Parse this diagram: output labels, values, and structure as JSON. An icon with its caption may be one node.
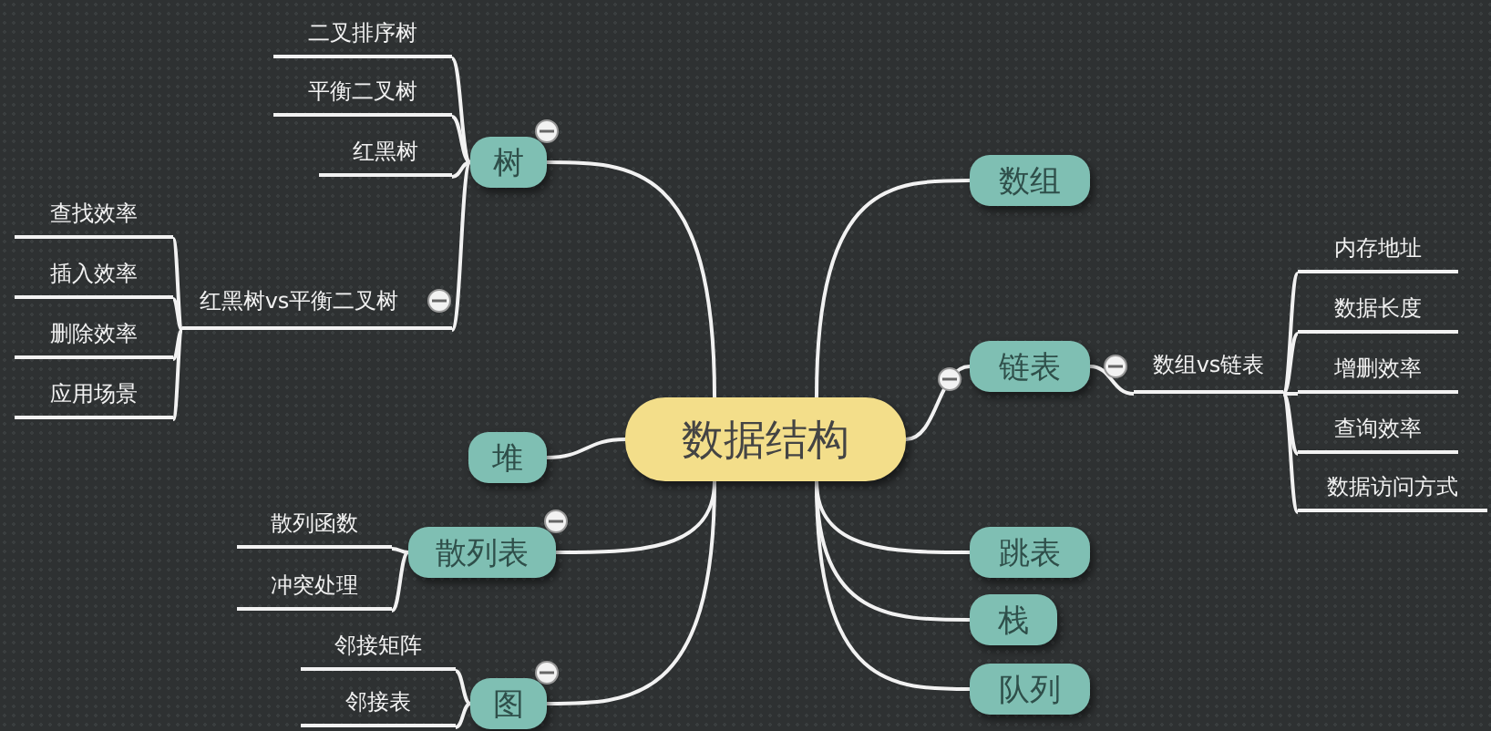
{
  "diagram": {
    "nodes": [
      {
        "text": [
          "数据结构"
        ]
      },
      {
        "text": [
          "树"
        ]
      },
      {
        "text": [
          "红黑树vs平衡二叉树"
        ]
      },
      {
        "text": [
          "二叉排序树"
        ]
      },
      {
        "text": [
          "平衡二叉树"
        ]
      },
      {
        "text": [
          "红黑树"
        ]
      },
      {
        "text": [
          "查找效率"
        ]
      },
      {
        "text": [
          "插入效率"
        ]
      },
      {
        "text": [
          "删除效率"
        ]
      },
      {
        "text": [
          "应用场景"
        ]
      },
      {
        "text": [
          "堆"
        ]
      },
      {
        "text": [
          "散列表"
        ]
      },
      {
        "text": [
          "散列函数"
        ]
      },
      {
        "text": [
          "冲突处理"
        ]
      },
      {
        "text": [
          "图"
        ]
      },
      {
        "text": [
          "邻接矩阵"
        ]
      },
      {
        "text": [
          "邻接表"
        ]
      },
      {
        "text": [
          "数组"
        ]
      },
      {
        "text": [
          "链表"
        ]
      },
      {
        "text": [
          "数组vs链表"
        ]
      },
      {
        "text": [
          "内存地址"
        ]
      },
      {
        "text": [
          "数据长度"
        ]
      },
      {
        "text": [
          "增删效率"
        ]
      },
      {
        "text": [
          "查询效率"
        ]
      },
      {
        "text": [
          "数据访问方式"
        ]
      },
      {
        "text": [
          "跳表"
        ]
      },
      {
        "text": [
          "栈"
        ]
      },
      {
        "text": [
          "队列"
        ]
      }
    ],
    "edges": [
      {
        "from": 0,
        "to": 1,
        "arrow": "none"
      },
      {
        "from": 1,
        "to": 3,
        "arrow": "none"
      },
      {
        "from": 1,
        "to": 4,
        "arrow": "none"
      },
      {
        "from": 1,
        "to": 5,
        "arrow": "none"
      },
      {
        "from": 1,
        "to": 2,
        "arrow": "none"
      },
      {
        "from": 2,
        "to": 6,
        "arrow": "none"
      },
      {
        "from": 2,
        "to": 7,
        "arrow": "none"
      },
      {
        "from": 2,
        "to": 8,
        "arrow": "none"
      },
      {
        "from": 2,
        "to": 9,
        "arrow": "none"
      },
      {
        "from": 0,
        "to": 10,
        "arrow": "none"
      },
      {
        "from": 0,
        "to": 11,
        "arrow": "none"
      },
      {
        "from": 11,
        "to": 12,
        "arrow": "none"
      },
      {
        "from": 11,
        "to": 13,
        "arrow": "none"
      },
      {
        "from": 0,
        "to": 14,
        "arrow": "none"
      },
      {
        "from": 14,
        "to": 15,
        "arrow": "none"
      },
      {
        "from": 14,
        "to": 16,
        "arrow": "none"
      },
      {
        "from": 0,
        "to": 17,
        "arrow": "none"
      },
      {
        "from": 0,
        "to": 18,
        "arrow": "none"
      },
      {
        "from": 18,
        "to": 19,
        "arrow": "none"
      },
      {
        "from": 19,
        "to": 20,
        "arrow": "none"
      },
      {
        "from": 19,
        "to": 21,
        "arrow": "none"
      },
      {
        "from": 19,
        "to": 22,
        "arrow": "none"
      },
      {
        "from": 19,
        "to": 23,
        "arrow": "none"
      },
      {
        "from": 19,
        "to": 24,
        "arrow": "none"
      },
      {
        "from": 0,
        "to": 25,
        "arrow": "none"
      },
      {
        "from": 0,
        "to": 26,
        "arrow": "none"
      },
      {
        "from": 0,
        "to": 27,
        "arrow": "none"
      }
    ]
  }
}
